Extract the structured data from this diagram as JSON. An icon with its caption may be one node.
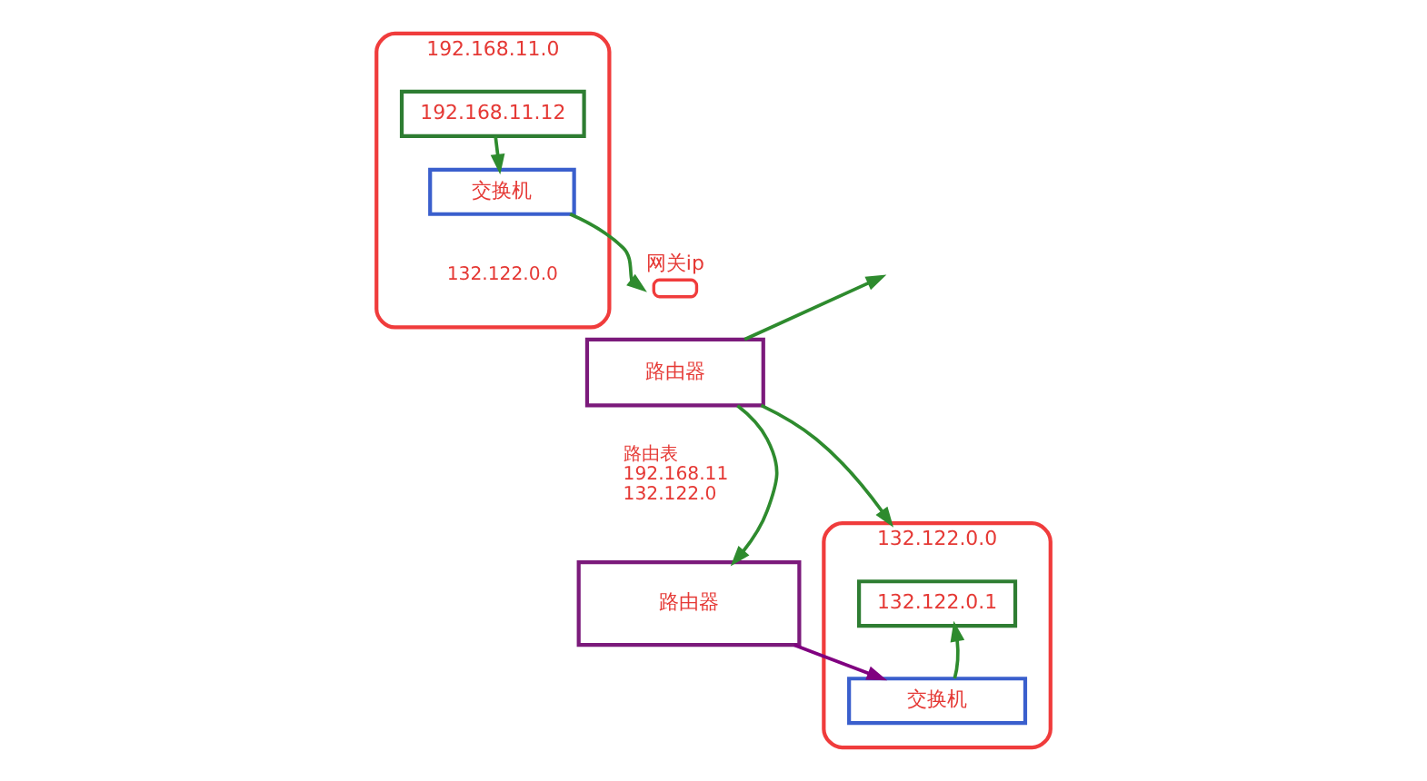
{
  "diagram": {
    "nodes": [
      {
        "text": [
          "192.168.11.0"
        ]
      },
      {
        "text": [
          "192.168.11.12"
        ],
        "in": 0
      },
      {
        "text": [
          "交换机"
        ],
        "in": 0,
        "beside": [
          "132.122.0.0"
        ]
      },
      {
        "text": [
          "路由器"
        ],
        "beside": [
          "路由表",
          "192.168.11",
          "132.122.0"
        ]
      },
      {
        "text": [
          "网关ip"
        ]
      },
      {
        "text": [
          "132.122.0.0"
        ]
      },
      {
        "text": [
          "132.122.0.1"
        ],
        "in": 5
      },
      {
        "text": [
          "交换机"
        ],
        "in": 5
      },
      {
        "text": [
          "路由器"
        ]
      }
    ],
    "edges": [
      {
        "from": 1,
        "to": 2,
        "arrow": "to"
      },
      {
        "from": 2,
        "to": 4,
        "arrow": "to"
      },
      {
        "from": 3,
        "to": null,
        "arrow": "to"
      },
      {
        "from": 3,
        "to": 5,
        "arrow": "to"
      },
      {
        "from": 3,
        "to": 8,
        "arrow": "to"
      },
      {
        "from": 8,
        "to": 7,
        "arrow": "to",
        "color": "#800080"
      },
      {
        "from": 7,
        "to": 6,
        "arrow": "to"
      }
    ]
  }
}
